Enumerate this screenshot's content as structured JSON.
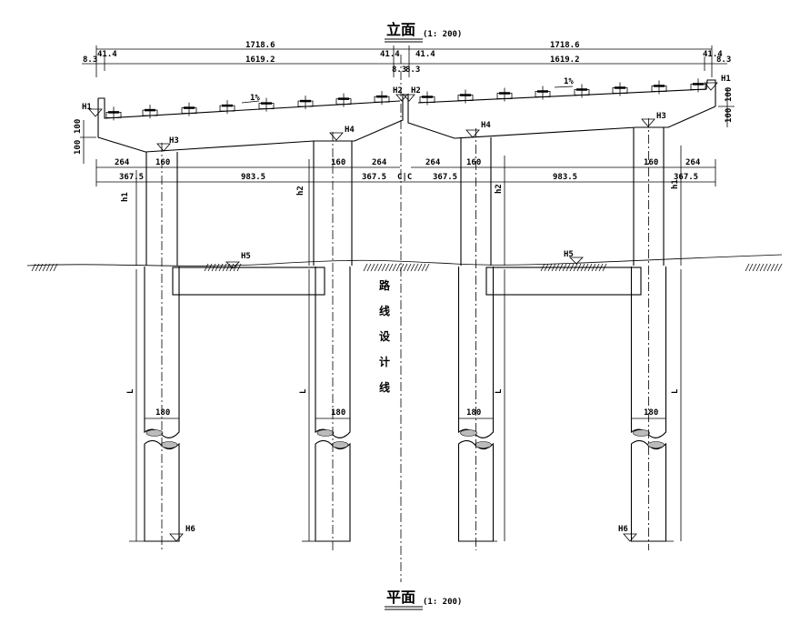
{
  "elevation": {
    "title": "立面",
    "scale": "(1: 200)"
  },
  "plan": {
    "title": "平面",
    "scale": "(1: 200)"
  },
  "dimensions": {
    "overall_left": "1718.6",
    "overall_right": "1718.6",
    "inner_left": "1619.2",
    "inner_right": "1619.2",
    "edge_left": "8.3",
    "edge_right": "8.3",
    "rail_left": "41.4",
    "rail_right": "41.4",
    "center_rail_left": "41.4",
    "center_rail_right": "41.4",
    "center_gap_left": "8.3",
    "center_gap_right": "8.3",
    "slope_left": "1%",
    "slope_right": "1%",
    "cap_depth_a_left": "100",
    "cap_depth_b_left": "100",
    "cap_depth_a_right": "100",
    "cap_depth_b_right": "100",
    "cantilever_l1": "264",
    "col_l1": "160",
    "col_l2": "160",
    "cantilever_l2": "264",
    "cantilever_r1": "264",
    "col_r1": "160",
    "col_r2": "160",
    "cantilever_r2": "264",
    "overhang_l1": "367.5",
    "span_left": "983.5",
    "overhang_l2": "367.5",
    "overhang_r1": "367.5",
    "span_right": "983.5",
    "overhang_r2": "367.5",
    "center_cl": "C|C",
    "pile_dia": [
      "180",
      "180",
      "180",
      "180"
    ],
    "height_labels": [
      "h1",
      "h2",
      "h2",
      "h1"
    ],
    "pile_length": [
      "L",
      "L",
      "L",
      "L"
    ]
  },
  "elevations": {
    "H1": "H1",
    "H2": "H2",
    "H3": "H3",
    "H4": "H4",
    "H5": "H5",
    "H6": "H6"
  },
  "centerline_label": [
    "路",
    "线",
    "设",
    "计",
    "线"
  ]
}
